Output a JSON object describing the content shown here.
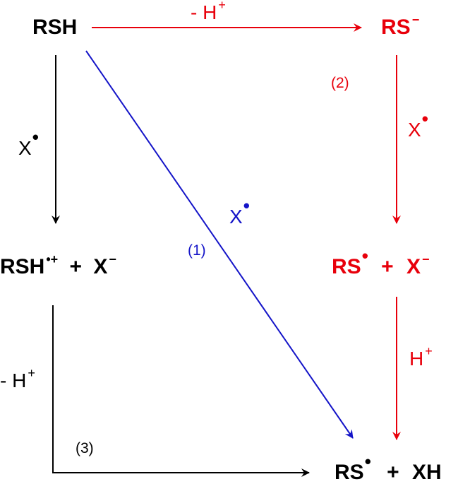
{
  "colors": {
    "black": "#000000",
    "red": "#e8000b",
    "blue": "#1414c8"
  },
  "species": {
    "rsh": "RSH",
    "rs_anion": {
      "base": "RS",
      "sup": "−"
    },
    "rsh_radical_cation": {
      "base": "RSH",
      "sup": "•+",
      "plus": "+",
      "x_anion": {
        "base": "X",
        "sup": "−"
      }
    },
    "rs_radical_mid": {
      "base": "RS",
      "sup": "•",
      "plus": "+",
      "x_anion": {
        "base": "X",
        "sup": "−"
      }
    },
    "rs_radical_bottom": {
      "base": "RS",
      "sup": "•",
      "plus": "+",
      "xh": "XH"
    }
  },
  "labels": {
    "top_arrow": {
      "text": "- H",
      "sup": "+"
    },
    "left_arrow": {
      "text": "X",
      "sup": "•"
    },
    "right_upper_arrow": {
      "text": "X",
      "sup": "•"
    },
    "right_lower_arrow": {
      "text": "H",
      "sup": "+"
    },
    "diagonal_arrow": {
      "text": "X",
      "sup": "•"
    },
    "bottom_left": {
      "text": "- H",
      "sup": "+"
    },
    "pathway_1": "(1)",
    "pathway_2": "(2)",
    "pathway_3": "(3)"
  }
}
